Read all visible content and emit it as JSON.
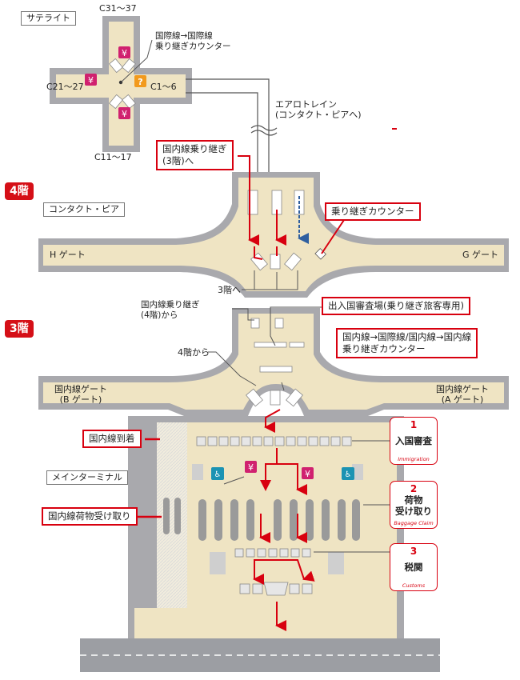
{
  "floors": {
    "floor4": "4階",
    "floor3": "3階"
  },
  "satellite": {
    "title": "サテライト",
    "gate_top": "C31〜37",
    "gate_left": "C21〜27",
    "gate_right": "C1〜6",
    "gate_bottom": "C11〜17",
    "transfer_counter": "国際線→国際線\n乗り継ぎカウンター",
    "aerotrain": "エアロトレイン\n(コンタクト・ピアへ)"
  },
  "level4": {
    "title": "コンタクト・ピア",
    "domestic_transfer_box": "国内線乗り継ぎ\n(3階)へ",
    "transfer_counter_box": "乗り継ぎカウンター",
    "gate_h": "H ゲート",
    "gate_g": "G ゲート",
    "to_3f": "3階へ"
  },
  "level3": {
    "from_4f_transfer": "国内線乗り継ぎ\n(4階)から",
    "immigration_transfer_box": "出入国審査場(乗り継ぎ旅客専用)",
    "transfer_counter_box": "国内線→国際線/国内線→国内線\n乗り継ぎカウンター",
    "from_4f": "4階から",
    "domestic_gate_b": "国内線ゲート\n(B ゲート)",
    "domestic_gate_a": "国内線ゲート\n(A ゲート)",
    "domestic_arrival_box": "国内線到着",
    "main_terminal": "メインターミナル",
    "domestic_baggage_box": "国内線荷物受け取り"
  },
  "steps": [
    {
      "num": "1",
      "jp": "入国審査",
      "en": "Immigration"
    },
    {
      "num": "2",
      "jp": "荷物\n受け取り",
      "en": "Baggage Claim"
    },
    {
      "num": "3",
      "jp": "税関",
      "en": "Customs"
    }
  ],
  "icons": {
    "currency": "¥",
    "info": "?",
    "restroom": "🚻"
  },
  "colors": {
    "floor_fill": "#efe4c3",
    "wall": "#a9a9ad",
    "route_red": "#d8000f",
    "route_blue": "#2f5fa0",
    "exchange_pink": "#d0216f",
    "info_orange": "#f29a1d",
    "restroom_teal": "#1b93b3"
  }
}
